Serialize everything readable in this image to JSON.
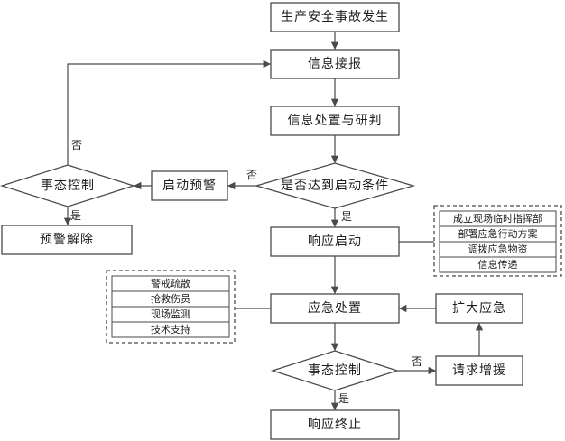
{
  "nodes": {
    "accident": "生产安全事故发生",
    "report": "信息接报",
    "analysis": "信息处置与研判",
    "start_condition": "是否达到启动条件",
    "warning": "启动预警",
    "warning_control": "事态控制",
    "warning_lifted": "预警解除",
    "response_start": "响应启动",
    "handling": "应急处置",
    "expand": "扩大应急",
    "handling_control": "事态控制",
    "reinforcement": "请求增援",
    "response_end": "响应终止"
  },
  "response_actions": [
    "成立现场临时指挥部",
    "部署应急行动方案",
    "调拨应急物资",
    "信息传递"
  ],
  "handling_actions": [
    "警戒疏散",
    "抢救伤员",
    "现场监测",
    "技术支持"
  ],
  "edge_labels": {
    "condition_no": "否",
    "condition_yes": "是",
    "warning_control_no": "否",
    "warning_control_yes": "是",
    "handling_control_no": "否",
    "handling_control_yes": "是"
  }
}
